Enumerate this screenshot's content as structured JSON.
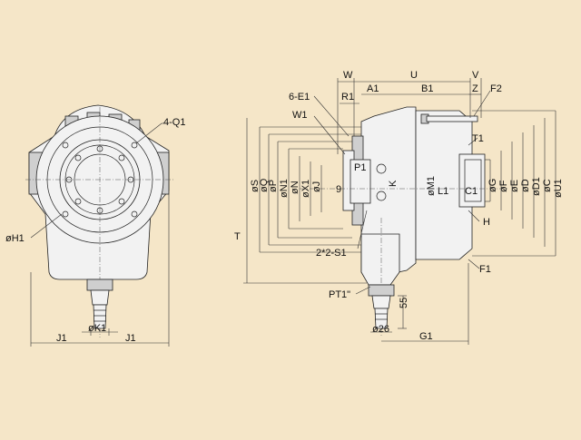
{
  "labels": {
    "q1": "4-Q1",
    "h1": "øH1",
    "k1": "øK1",
    "j1_left": "J1",
    "j1_right": "J1",
    "w": "W",
    "u": "U",
    "v": "V",
    "e1": "6-E1",
    "r1": "R1",
    "a1": "A1",
    "b1": "B1",
    "z": "Z",
    "f2": "F2",
    "w1": "W1",
    "t1": "T1",
    "p1": "P1",
    "s": "øS",
    "q": "øQ",
    "p": "øP",
    "n1": "øN1",
    "n": "øN",
    "x1": "øX1",
    "j": "øJ",
    "nine": "9",
    "k": "K",
    "m1": "øM1",
    "l1": "L1",
    "c1": "C1",
    "g": "øG",
    "f": "øF",
    "e": "øE",
    "d": "øD",
    "d1": "øD1",
    "c": "øC",
    "u1": "øU1",
    "h": "H",
    "t": "T",
    "s1": "2*2-S1",
    "f1": "F1",
    "pt1": "PT1\"",
    "fiftyfive": "55",
    "d26": "ø26",
    "g1": "G1"
  }
}
